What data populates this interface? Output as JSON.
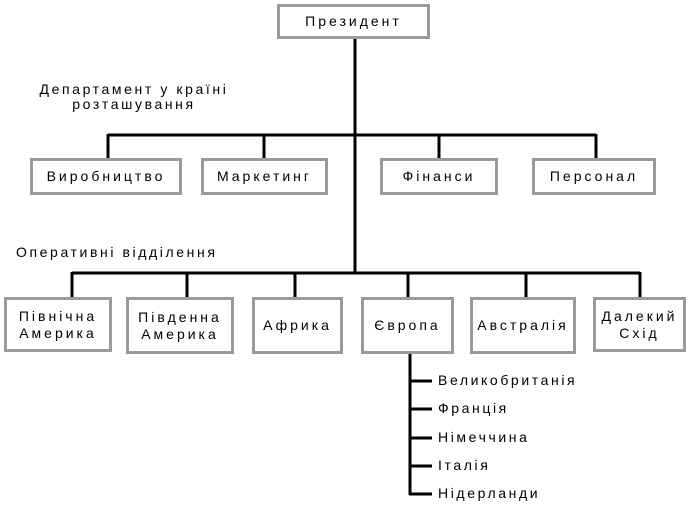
{
  "president": "Президент",
  "departments_caption": [
    "Департамент у країні",
    "розташування"
  ],
  "departments": [
    "Виробництво",
    "Маркетинг",
    "Фінанси",
    "Персонал"
  ],
  "divisions_caption": "Оперативні відділення",
  "divisions": [
    [
      "Північна",
      "Америка"
    ],
    [
      "Південна",
      "Америка"
    ],
    [
      "Африка"
    ],
    [
      "Європа"
    ],
    [
      "Австралія"
    ],
    [
      "Далекий",
      "Схід"
    ]
  ],
  "europe_subdivisions": [
    "Великобританія",
    "Франція",
    "Німеччина",
    "Італія",
    "Нідерланди"
  ]
}
